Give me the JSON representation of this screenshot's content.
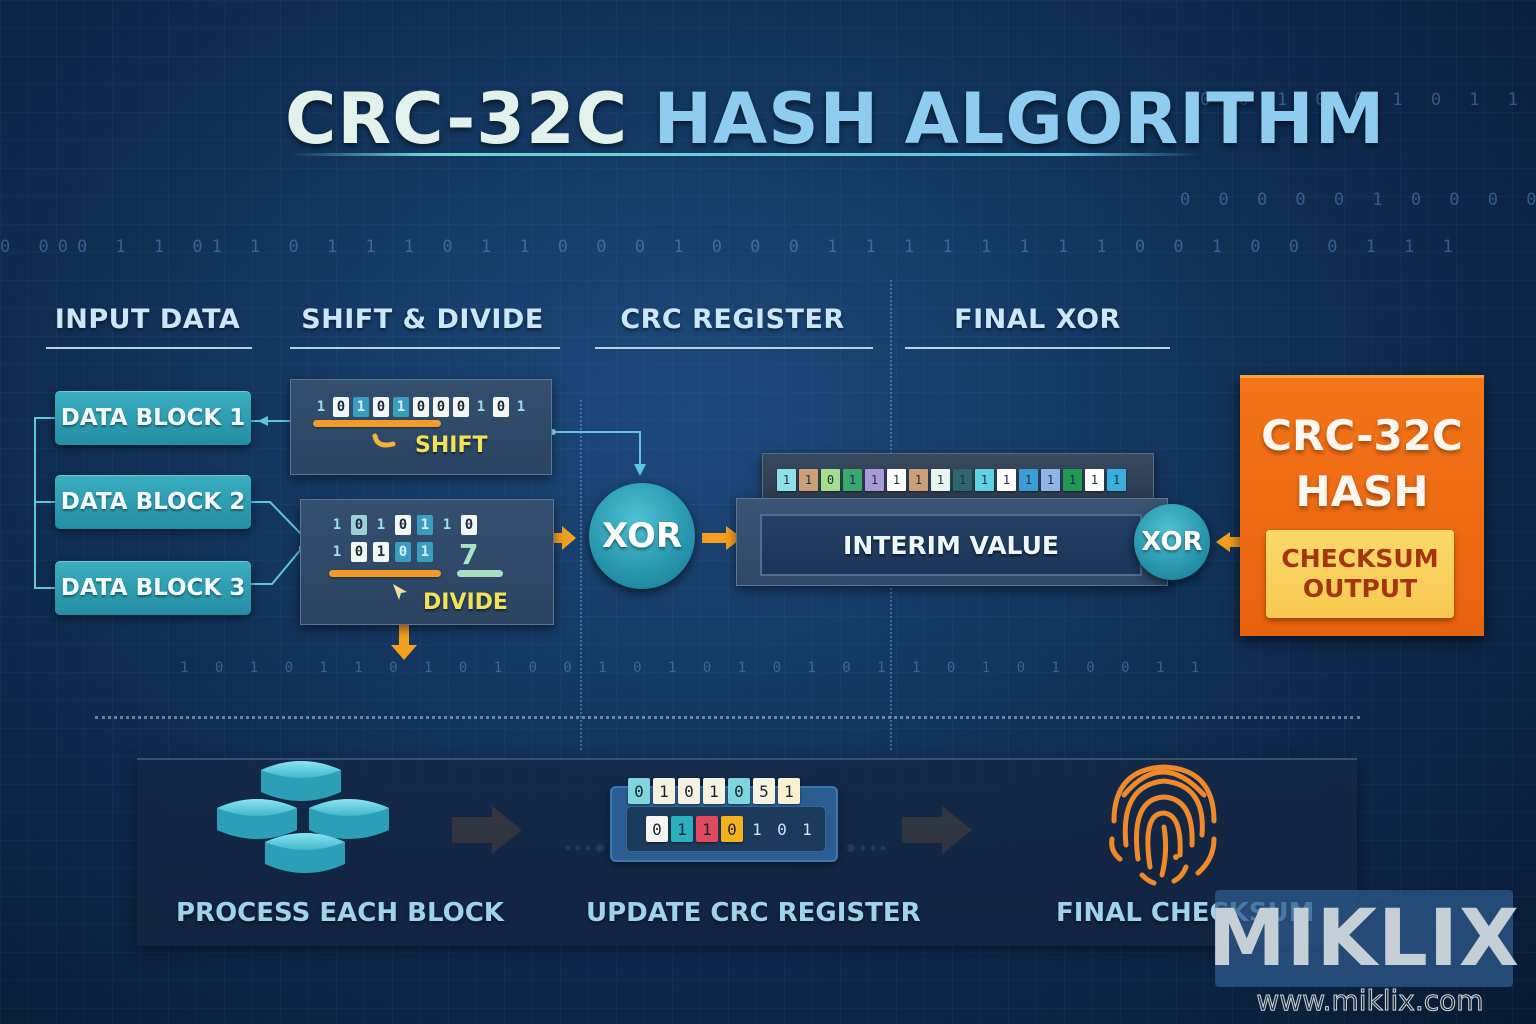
{
  "title": {
    "part1": "CRC-32C",
    "part2": "HASH ALGORITHM"
  },
  "columns": [
    {
      "label": "INPUT DATA"
    },
    {
      "label": "SHIFT & DIVIDE"
    },
    {
      "label": "CRC REGISTER"
    },
    {
      "label": "FINAL XOR"
    }
  ],
  "input_blocks": [
    {
      "label": "DATA BLOCK 1"
    },
    {
      "label": "DATA BLOCK 2"
    },
    {
      "label": "DATA BLOCK 3"
    }
  ],
  "shift_panel": {
    "bits": [
      "1",
      "0",
      "1",
      "0",
      "1",
      "0",
      "0",
      "0",
      "1",
      "0",
      "1"
    ],
    "label": "SHIFT"
  },
  "divide_panel": {
    "bits_row1": [
      "1",
      "0",
      "1",
      "0",
      "1",
      "1",
      "0"
    ],
    "bits_row2": [
      "1",
      "0",
      "1",
      "0",
      "1"
    ],
    "result": "7",
    "label": "DIVIDE"
  },
  "xor_main": {
    "label": "XOR"
  },
  "xor_final": {
    "label": "XOR"
  },
  "crc_register": {
    "cells": [
      "1",
      "1",
      "0",
      "1",
      "1",
      "1",
      "1",
      "1",
      "1",
      "1",
      "1",
      "1",
      "1",
      "1",
      "1",
      "1"
    ],
    "cell_colors": [
      "#8fe0e8",
      "#c9a077",
      "#a4de8e",
      "#3aa86f",
      "#a99ad8",
      "#ffffff",
      "#c9a077",
      "#e8f6f2",
      "#2e6670",
      "#5fd2e6",
      "#ffffff",
      "#3a9ed4",
      "#8fb5e8",
      "#1f9a54",
      "#ffffff",
      "#3aaee0"
    ],
    "interim_label": "INTERIM VALUE"
  },
  "hash_output": {
    "title_line1": "CRC-32C",
    "title_line2": "HASH",
    "checksum_line1": "CHECKSUM",
    "checksum_line2": "OUTPUT",
    "color": "#f06c14"
  },
  "bottom_steps": [
    {
      "label": "PROCESS EACH BLOCK",
      "icon": "blocks-icon"
    },
    {
      "label": "UPDATE CRC REGISTER",
      "icon": "register-icon"
    },
    {
      "label": "FINAL CHECKSUM",
      "icon": "fingerprint-icon"
    }
  ],
  "update_register": {
    "row1": [
      "0",
      "1",
      "0",
      "1",
      "0",
      "5",
      "1"
    ],
    "row2": [
      "0",
      "1",
      "1",
      "0",
      "1",
      "0",
      "1"
    ]
  },
  "background_binary": [
    "0 000 1 1 01 1 0 1 1 1 0 1 1 0 0 0 1 0 0 0 1 1 1 1 1 1 1 1 0 0 1 0 0 0 1 1 1",
    "0 0 1 0 0 1 0 1 1 1 0 1 0 0 1 1 1 0 1",
    "0 0 0 0 0 1 0 0 0 0 1 1 0 0 1 0 1 0 0 0 0 0 1 0 0 0 0 0 1 1",
    "1 0 1 0 1 1 0 1 0 1 0 0 1 0 1 0 1 0 1 0 1 1 0 1 0 1 0 0 1 1"
  ],
  "watermark": {
    "brand": "MIKLIX",
    "url": "www.miklix.com"
  },
  "colors": {
    "accent_orange": "#f39a2a",
    "teal": "#2a9bb3",
    "label_yellow": "#f2e25a"
  }
}
